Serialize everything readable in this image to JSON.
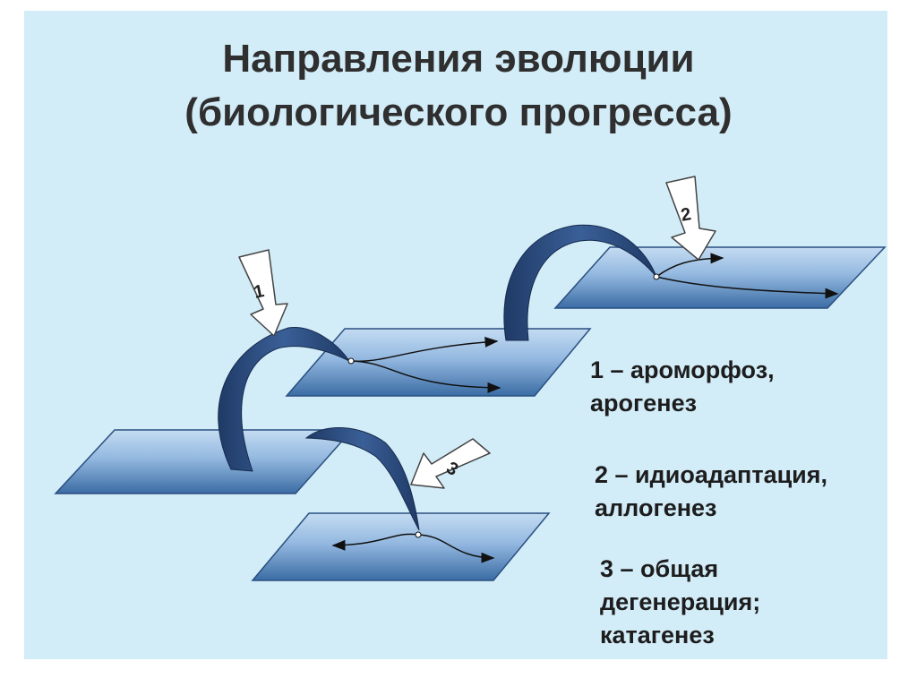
{
  "title": {
    "line1": "Направления эволюции",
    "line2": "(биологического прогресса)"
  },
  "markers": {
    "m1": "1",
    "m2": "2",
    "m3": "3"
  },
  "legend": {
    "item1": {
      "line1": "1 – ароморфоз,",
      "line2": "арогенез"
    },
    "item2": {
      "line1": "2 – идиоадаптация,",
      "line2": "аллогенез"
    },
    "item3": {
      "line1": "3 – общая",
      "line2": "дегенерация;",
      "line3": "катагенез"
    }
  },
  "colors": {
    "background": "#d2ecf8",
    "plane_light": "#b7d3ee",
    "plane_dark": "#3e6fa6",
    "ribbon": "#2b4c7e"
  }
}
